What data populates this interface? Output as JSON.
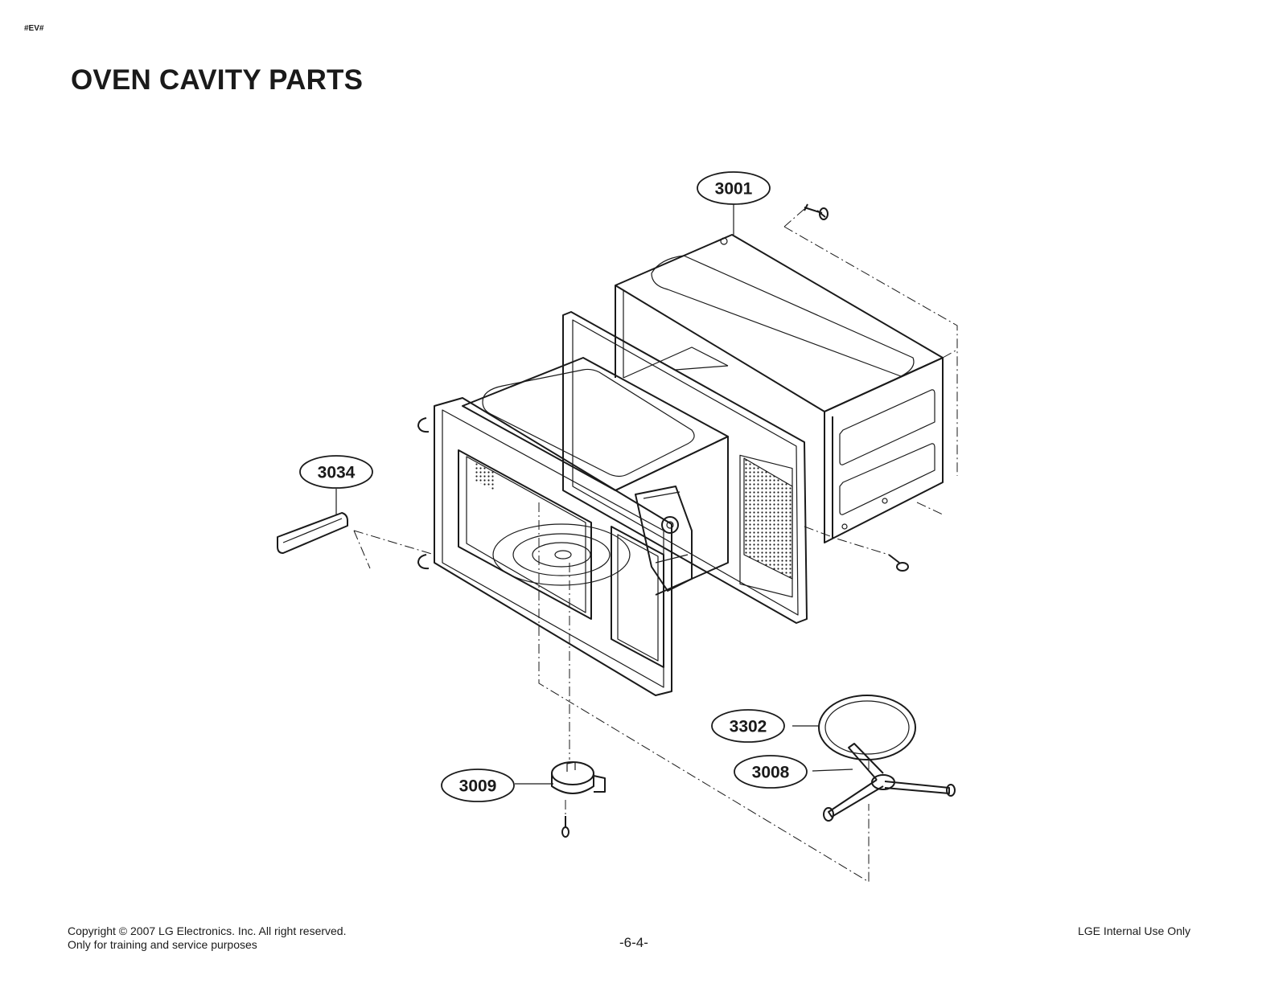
{
  "header": {
    "tag": "#EV#",
    "title": "OVEN CAVITY PARTS"
  },
  "callouts": [
    {
      "id": "3001",
      "label": "3001"
    },
    {
      "id": "3034",
      "label": "3034"
    },
    {
      "id": "3302",
      "label": "3302"
    },
    {
      "id": "3008",
      "label": "3008"
    },
    {
      "id": "3009",
      "label": "3009"
    }
  ],
  "footer": {
    "copyright": "Copyright © 2007 LG Electronics. Inc. All right reserved.",
    "purpose": "Only for training and service purposes",
    "page": "-6-4-",
    "internal": "LGE Internal Use Only"
  }
}
